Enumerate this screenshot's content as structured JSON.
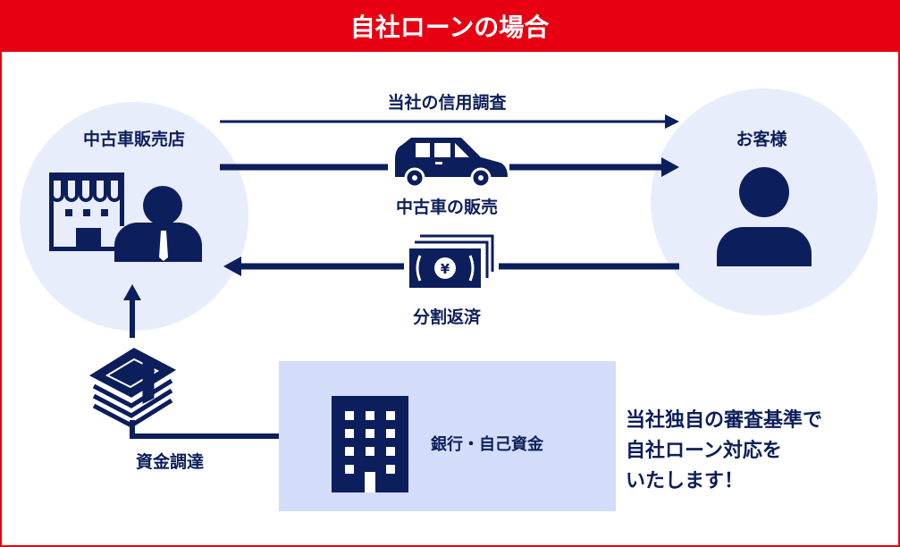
{
  "title": "自社ローンの場合",
  "dealer": {
    "label": "中古車販売店"
  },
  "customer": {
    "label": "お客様"
  },
  "flows": {
    "credit_check": "当社の信用調査",
    "car_sale": "中古車の販売",
    "installment": "分割返済",
    "funding": "資金調達"
  },
  "bank_box": {
    "label": "銀行・自己資金"
  },
  "note": {
    "lines": [
      "当社独自の審査基準で",
      "自社ローン対応を",
      "いたします！"
    ]
  },
  "colors": {
    "red": "#e60012",
    "navy": "#0c1e5b",
    "circle": "#e8edfb",
    "box": "#d3ddfa"
  }
}
